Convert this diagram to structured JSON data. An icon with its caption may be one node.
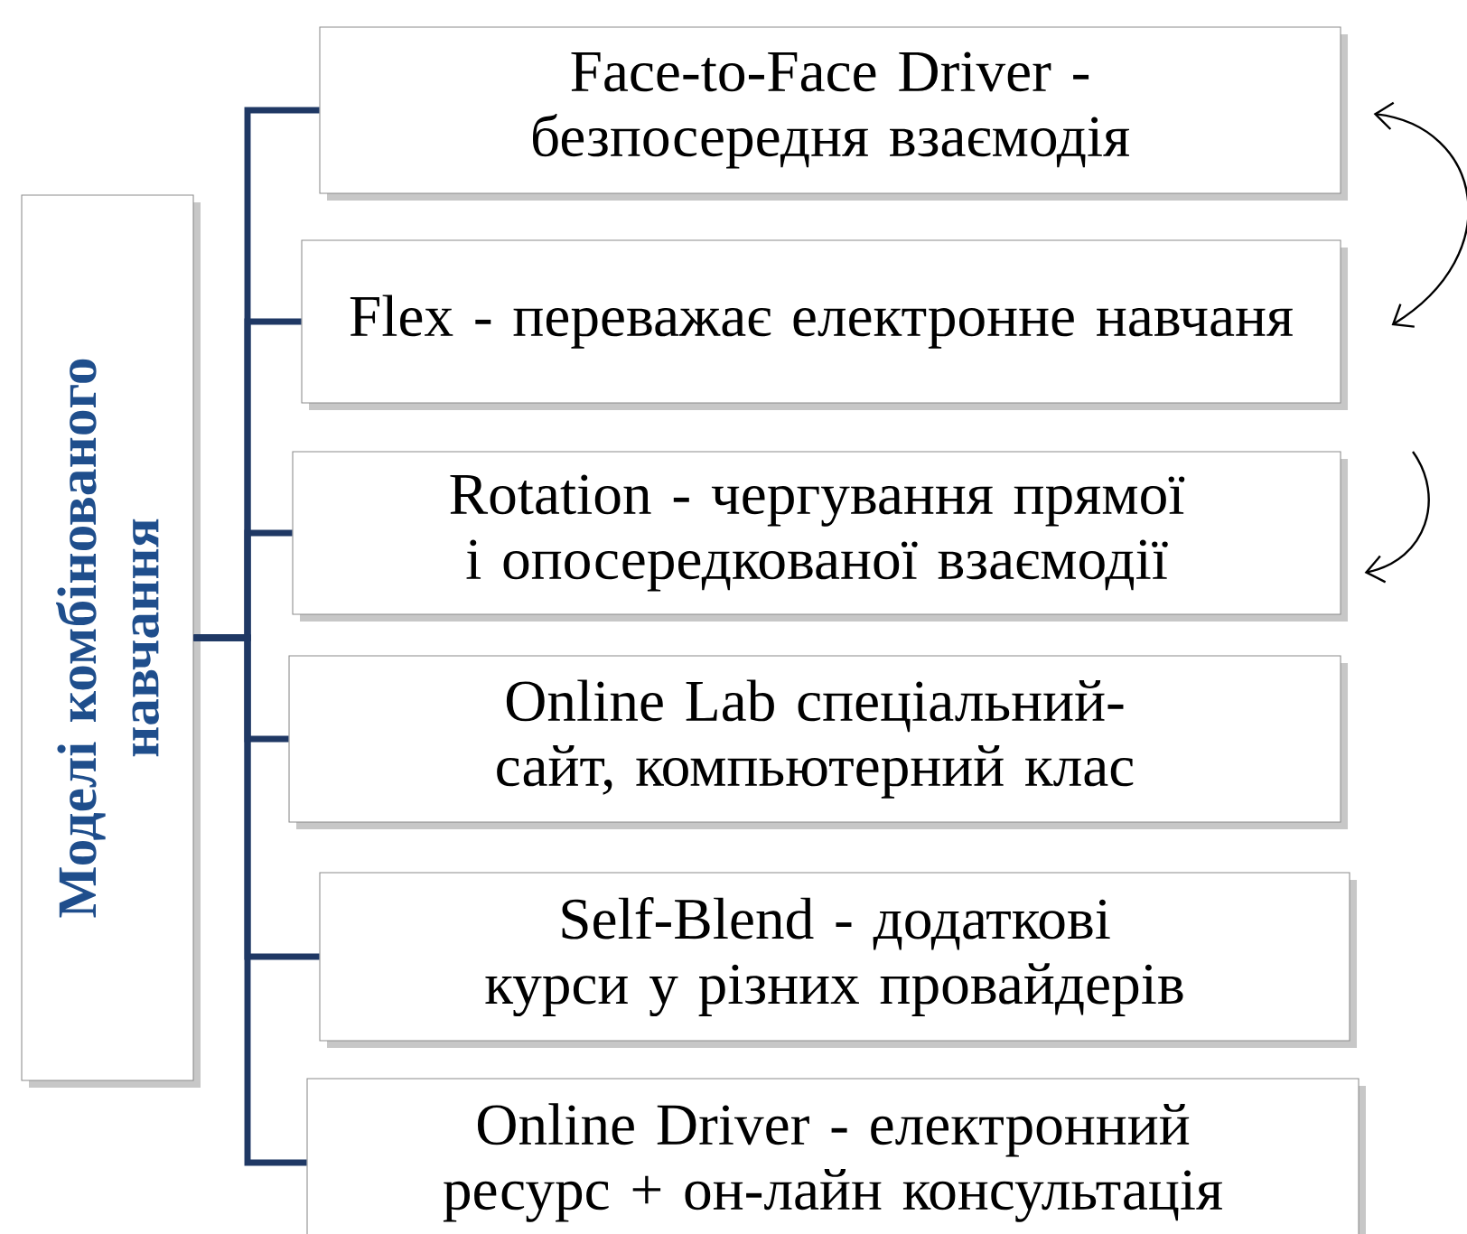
{
  "diagram": {
    "nodes": [
      {
        "text": [
          "Моделі комбінованого навчання"
        ]
      },
      {
        "text": [
          "Face-to-Face Driver - безпосередня взаємодія"
        ]
      },
      {
        "text": [
          "Flex - переважає електронне навчаня"
        ]
      },
      {
        "text": [
          "Rotation - чергування прямої і опосередкованої взаємодії"
        ]
      },
      {
        "text": [
          "Online Lab спеціальний- сайт, компьютерний клас"
        ]
      },
      {
        "text": [
          "Self-Blend - додаткові курси у різних провайдерів"
        ]
      },
      {
        "text": [
          "Online Driver - електронний ресурс + он-лайн консультація"
        ]
      }
    ],
    "edges": [
      {
        "from": 0,
        "to": 1,
        "arrow": "none"
      },
      {
        "from": 0,
        "to": 2,
        "arrow": "none"
      },
      {
        "from": 0,
        "to": 3,
        "arrow": "none"
      },
      {
        "from": 0,
        "to": 4,
        "arrow": "none"
      },
      {
        "from": 0,
        "to": 5,
        "arrow": "none"
      },
      {
        "from": 0,
        "to": 6,
        "arrow": "none"
      },
      {
        "from": 2,
        "to": 1,
        "arrow": "both",
        "color": "#000000"
      },
      {
        "from": null,
        "to": 3,
        "arrow": "to",
        "color": "#000000"
      }
    ]
  }
}
